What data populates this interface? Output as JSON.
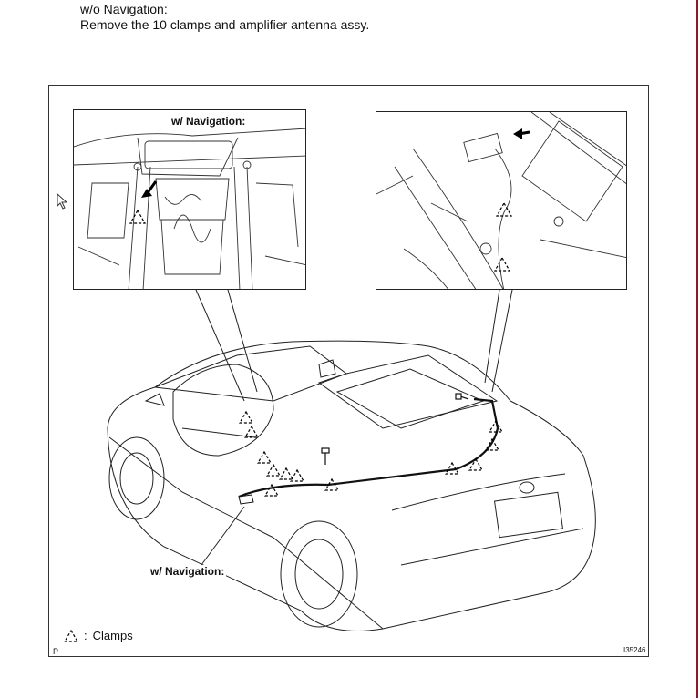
{
  "header": {
    "condition": "w/o Navigation:",
    "instruction": "Remove the 10 clamps and amplifier antenna assy."
  },
  "figure": {
    "callout_inset": "w/ Navigation:",
    "callout_car": "w/ Navigation:",
    "legend_label": "Clamps",
    "legend_separator": ":",
    "figure_id": "I35246",
    "page_mark": "P"
  },
  "colors": {
    "border_accent": "#8a1c2a",
    "line": "#222222"
  }
}
